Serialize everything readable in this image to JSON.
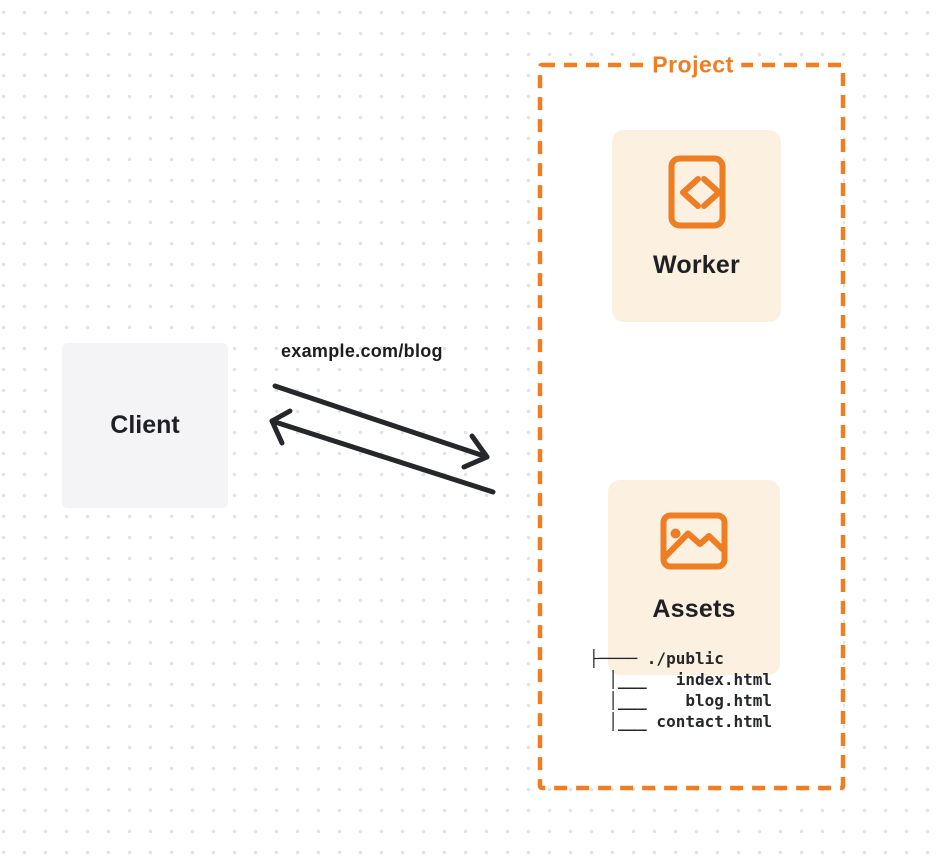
{
  "diagram": {
    "title": "client-worker-assets-routing-diagram",
    "project": {
      "label": "Project"
    },
    "worker": {
      "label": "Worker",
      "icon": "code-file-icon"
    },
    "assets": {
      "label": "Assets",
      "icon": "image-icon"
    },
    "client": {
      "label": "Client"
    },
    "request_label": "example.com/blog",
    "file_tree": {
      "root": "./public",
      "files": [
        "index.html",
        "blog.html",
        "contact.html"
      ],
      "lines": [
        "├──── ./public",
        "  │___   index.html",
        "  │___    blog.html",
        "  │___ contact.html"
      ]
    },
    "arrows": [
      {
        "name": "request-arrow",
        "direction": "client-to-project"
      },
      {
        "name": "response-arrow",
        "direction": "project-to-client"
      }
    ],
    "colors": {
      "accent_orange": "#ee7d23",
      "card_background": "#fcf0e1",
      "client_background": "#f4f4f6",
      "text_dark": "#1f2023",
      "arrow_dark": "#26272a",
      "dot_grid": "#e3e3e6",
      "background": "#ffffff"
    }
  }
}
